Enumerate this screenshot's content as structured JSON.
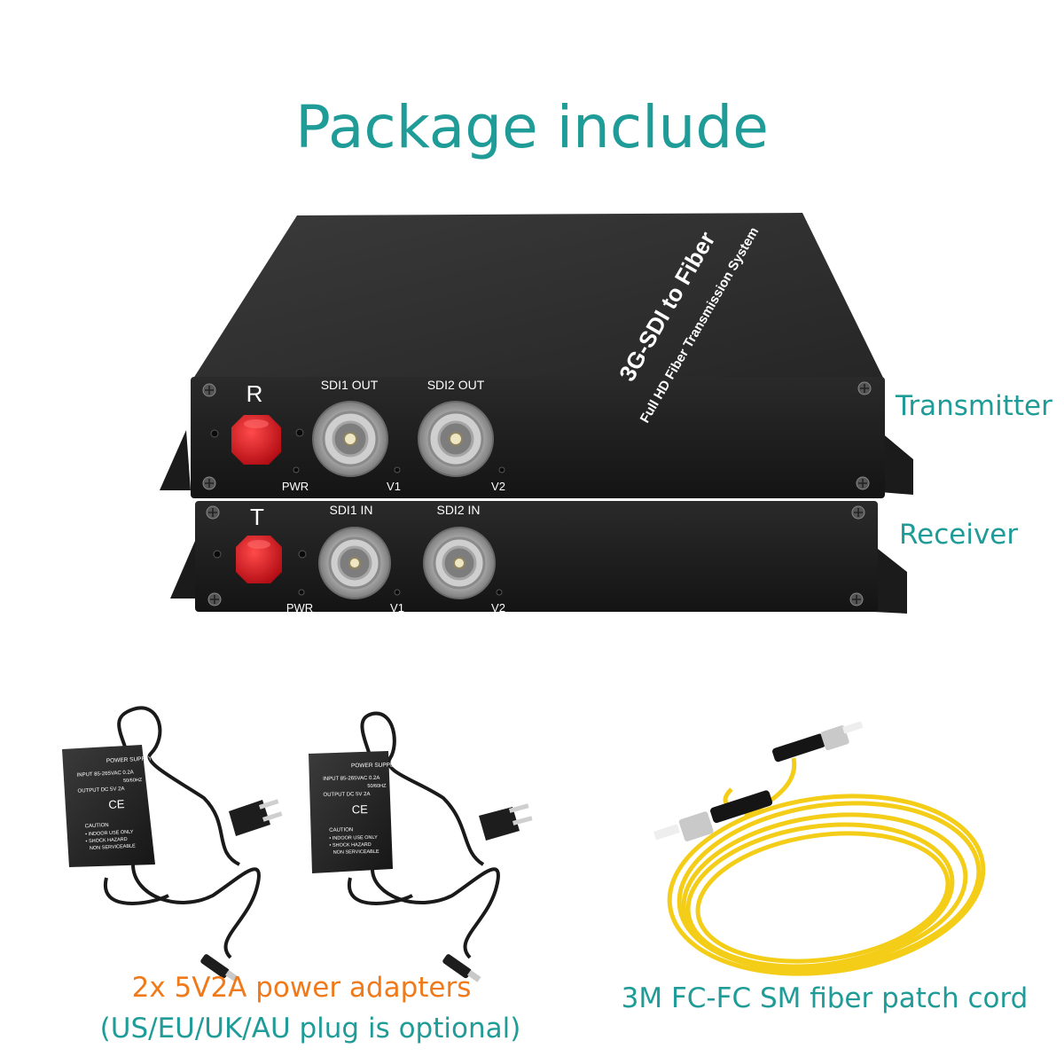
{
  "page": {
    "title": "Package include",
    "colors": {
      "teal": "#1f9c98",
      "orange": "#f07a1a",
      "device_black": "#1e1e1e",
      "connector_red": "#d8121a",
      "fiber_yellow": "#f6d11a"
    }
  },
  "transmitter": {
    "label": "Transmitter",
    "letter": "R",
    "port1": "SDI1 OUT",
    "port2": "SDI2 OUT",
    "pwr": "PWR",
    "v1": "V1",
    "v2": "V2",
    "top_brand": "3G-SDI to Fiber",
    "top_subtitle": "Full HD Fiber Transmission System"
  },
  "receiver": {
    "label": "Receiver",
    "letter": "T",
    "port1": "SDI1 IN",
    "port2": "SDI2 IN",
    "pwr": "PWR",
    "v1": "V1",
    "v2": "V2"
  },
  "adapter": {
    "heading": "POWER SUPPLY",
    "input": "INPUT  85-265VAC 0.2A",
    "freq": "50/60HZ",
    "output": "OUTPUT  DC 5V 2A",
    "ce": "CE",
    "caution": "CAUTION",
    "line1": "• INDOOR USE ONLY",
    "line2": "• SHOCK HAZARD",
    "line3": "NON SERVICEABLE"
  },
  "captions": {
    "power_line1": "2x 5V2A power adapters",
    "power_line2": "(US/EU/UK/AU plug is optional)",
    "fiber": "3M FC-FC SM fiber patch cord"
  },
  "icons": {
    "connector": "fc-connector-icon",
    "bnc": "bnc-port-icon",
    "screw": "screw-icon",
    "plug": "plug-icon"
  }
}
